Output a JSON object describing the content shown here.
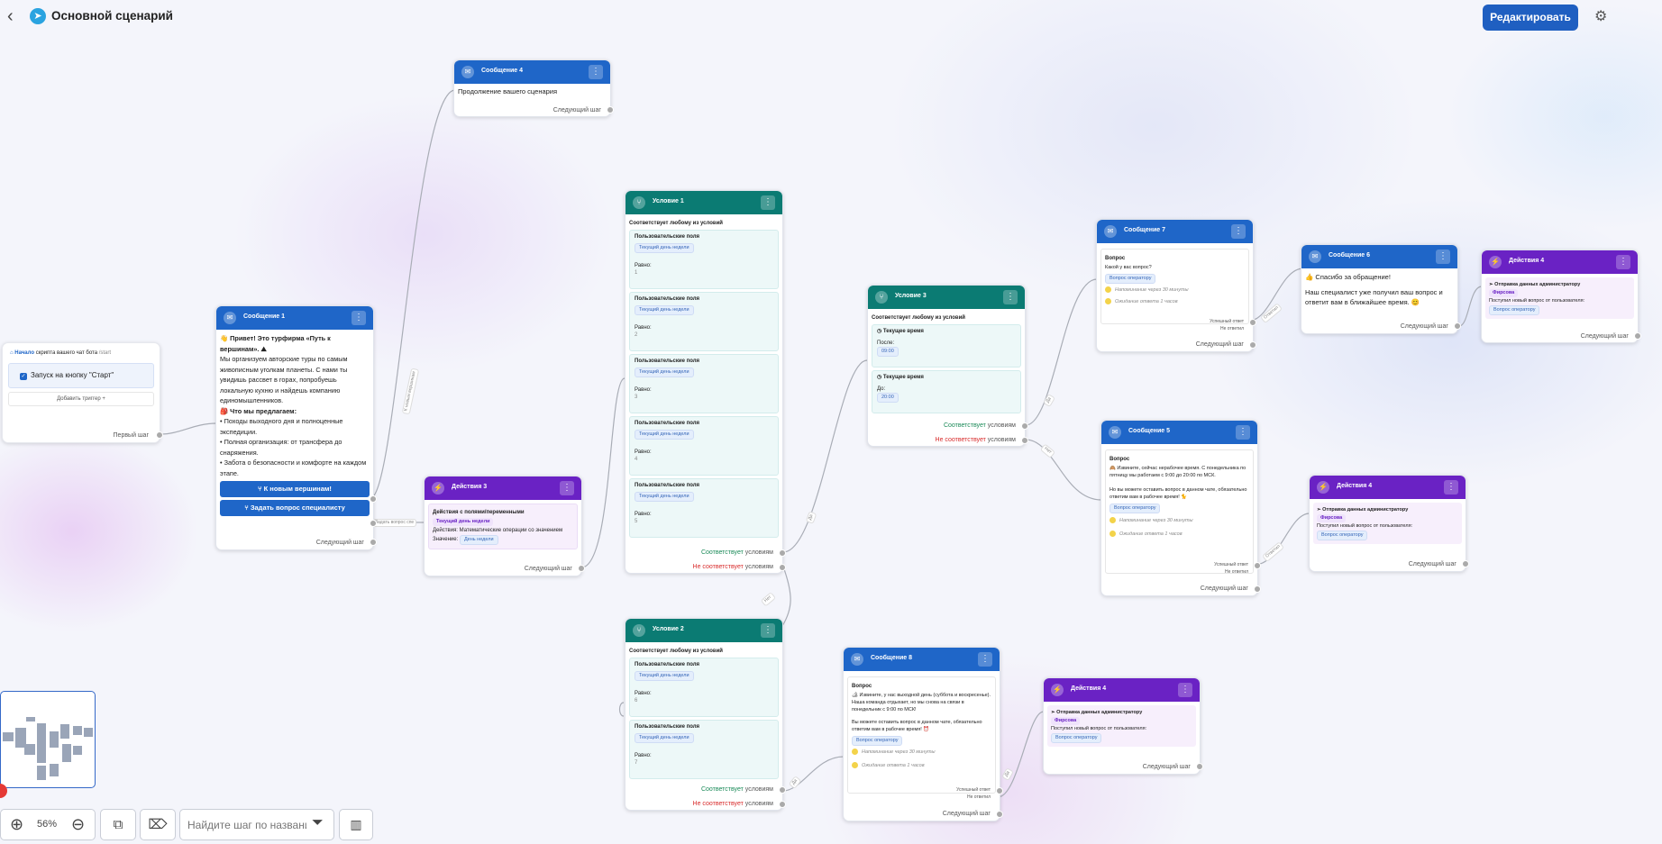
{
  "header": {
    "back_icon": "‹",
    "telegram_icon": "➤",
    "title": "Основной сценарий",
    "edit_label": "Редактировать",
    "settings_icon": "⚙"
  },
  "start": {
    "prefix": "Начало",
    "text": "скрипта вашего чат бота",
    "path": "/start",
    "trigger": "Запуск на кнопку \"Старт\"",
    "add_trigger": "Добавить триггер",
    "first_step": "Первый шаг"
  },
  "msg1": {
    "title": "Сообщение 1",
    "greeting": "👋 Привет! Это турфирма «Путь к вершинам». ⛰",
    "body": "Мы организуем авторские туры по самым живописным уголкам планеты. С нами ты увидишь рассвет в горах, попробуешь локальную кухню и найдешь компанию единомышленников.",
    "offer_title": "🎒 Что мы предлагаем:",
    "offer1": "• Походы выходного дня и полноценные экспедиции.",
    "offer2": "• Полная организация: от трансфера до снаряжения.",
    "offer3": "• Забота о безопасности и комфорте на каждом этапе.",
    "btn1": "К новым вершинам!",
    "btn2": "Задать вопрос специалисту",
    "next": "Следующий шаг"
  },
  "msg4": {
    "title": "Сообщение 4",
    "text": "Продолжение вашего сценария",
    "next": "Следующий шаг"
  },
  "act3": {
    "title": "Действия 3",
    "heading": "Действия с полями/переменными",
    "chip": "Текущий день недели",
    "action": "Действия: Математические операции со значением",
    "value_label": "Значение:",
    "value_chip": "День недели",
    "next": "Следующий шаг"
  },
  "cond1": {
    "title": "Условие 1",
    "match": "Соответствует любому из условий",
    "items": [
      {
        "label": "Пользовательские поля",
        "chip": "Текущий день недели",
        "op": "Равно:",
        "val": "1"
      },
      {
        "label": "Пользовательские поля",
        "chip": "Текущий день недели",
        "op": "Равно:",
        "val": "2"
      },
      {
        "label": "Пользовательские поля",
        "chip": "Текущий день недели",
        "op": "Равно:",
        "val": "3"
      },
      {
        "label": "Пользовательские поля",
        "chip": "Текущий день недели",
        "op": "Равно:",
        "val": "4"
      },
      {
        "label": "Пользовательские поля",
        "chip": "Текущий день недели",
        "op": "Равно:",
        "val": "5"
      }
    ],
    "ok_word": "Соответствует",
    "ok_rest": "условиям",
    "no_word": "Не соответствует",
    "no_rest": "условиям"
  },
  "cond2": {
    "title": "Условие 2",
    "match": "Соответствует любому из условий",
    "items": [
      {
        "label": "Пользовательские поля",
        "chip": "Текущий день недели",
        "op": "Равно:",
        "val": "6"
      },
      {
        "label": "Пользовательские поля",
        "chip": "Текущий день недели",
        "op": "Равно:",
        "val": "7"
      }
    ],
    "ok_word": "Соответствует",
    "ok_rest": "условиям",
    "no_word": "Не соответствует",
    "no_rest": "условиям"
  },
  "cond3": {
    "title": "Условие 3",
    "match": "Соответствует любому из условий",
    "items": [
      {
        "label": "Текущее время",
        "op": "После:",
        "val": "09:00"
      },
      {
        "label": "Текущее время",
        "op": "До:",
        "val": "20:00"
      }
    ],
    "ok_word": "Соответствует",
    "ok_rest": "условиям",
    "no_word": "Не соответствует",
    "no_rest": "условиям"
  },
  "msg7": {
    "title": "Сообщение 7",
    "q_label": "Вопрос",
    "q_text": "Какой у вас вопрос?",
    "chip": "Вопрос оператору",
    "remind": "Напоминание через 30 минуты",
    "wait": "Ожидание ответа 1 часов",
    "ok": "Успешный ответ",
    "no": "Не ответил",
    "next": "Следующий шаг"
  },
  "msg6": {
    "title": "Сообщение 6",
    "thanks": "👍 Спасибо за обращение!",
    "body": "Наш специалист уже получил ваш вопрос и ответит вам в ближайшее время. 😊",
    "next": "Следующий шаг"
  },
  "msg5": {
    "title": "Сообщение 5",
    "q_label": "Вопрос",
    "text1": "🙈 Извините, сейчас нерабочее время. С понедельника по пятницу мы работаем с 9:00 до 20:00 по МСК.",
    "text2": "Но вы можете оставить вопрос в данном чате, обязательно ответим вам в рабочее время! 🐈",
    "chip": "Вопрос оператору",
    "remind": "Напоминание через 30 минуты",
    "wait": "Ожидание ответа 1 часов",
    "ok": "Успешный ответ",
    "no": "Не ответил",
    "next": "Следующий шаг"
  },
  "msg8": {
    "title": "Сообщение 8",
    "q_label": "Вопрос",
    "text1": "🏕 Извините, у нас выходной день (суббота и воскресенье). Наша команда отдыхает, но мы снова на связи в понедельник с 9:00 по МСК!",
    "text2": "Вы можете оставить вопрос в данном чате, обязательно ответим вам в рабочее время! ⏰",
    "chip": "Вопрос оператору",
    "remind": "Напоминание через 30 минуты",
    "wait": "Ожидание ответа 1 часов",
    "ok": "Успешный ответ",
    "no": "Не ответил",
    "next": "Следующий шаг"
  },
  "act4a": {
    "title": "Действия 4",
    "heading": "Отправка данных администратору",
    "chip": "Фирсова",
    "text": "Поступил новый вопрос от пользователя:",
    "chip2": "Вопрос оператору",
    "next": "Следующий шаг"
  },
  "act4b": {
    "title": "Действия 4",
    "heading": "Отправка данных администратору",
    "chip": "Фирсова",
    "text": "Поступил новый вопрос от пользователя:",
    "chip2": "Вопрос оператору",
    "next": "Следующий шаг"
  },
  "act4c": {
    "title": "Действия 4",
    "heading": "Отправка данных администратору",
    "chip": "Фирсова",
    "text": "Поступил новый вопрос от пользователя:",
    "chip2": "Вопрос оператору",
    "next": "Следующий шаг"
  },
  "edge_labels": {
    "l1": "К новым вершинам",
    "l2": "Задать вопрос спе",
    "l3": "Да",
    "l4": "Нет",
    "l5": "Да",
    "l6": "Нет",
    "l7": "Да",
    "l8": "Ответил",
    "l9": "Ответил",
    "l10": "Да"
  },
  "toolbar": {
    "zoom": "56%",
    "search_placeholder": "Найдите шаг по названию"
  }
}
